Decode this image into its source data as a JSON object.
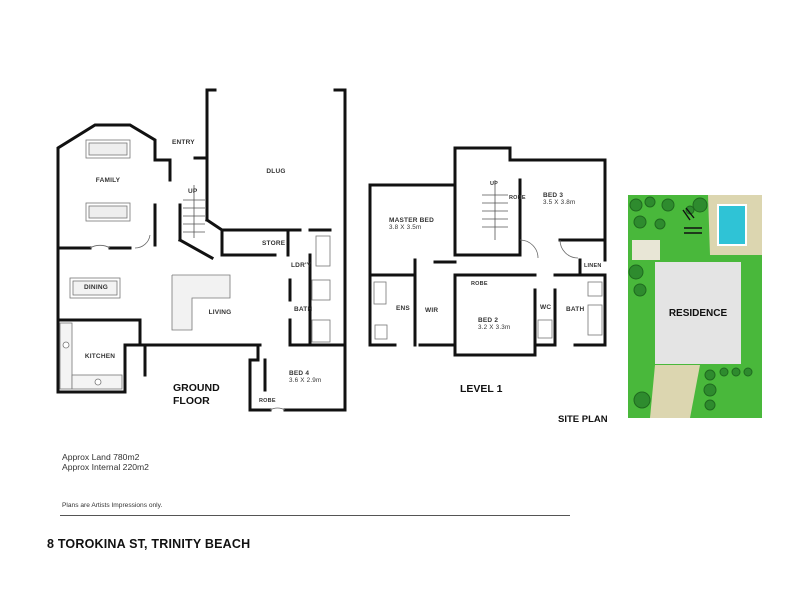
{
  "rooms": {
    "entry": "ENTRY",
    "family": "FAMILY",
    "dlug": "DLUG",
    "store": "STORE",
    "dining": "DINING",
    "living": "LIVING",
    "laundry": "LDR'Y",
    "bath_ground": "BATH",
    "kitchen": "KITCHEN",
    "bed4": "BED 4",
    "bed4_dim": "3.6 X 2.9m",
    "robe_ground": "ROBE",
    "up_ground": "UP",
    "master_bed": "MASTER BED",
    "master_bed_dim": "3.8 X 3.5m",
    "ens": "ENS",
    "wir": "WIR",
    "bed2": "BED 2",
    "bed2_dim": "3.2 X 3.3m",
    "robe_bed2": "ROBE",
    "wc": "WC",
    "bath_level1": "BATH",
    "bed3": "BED 3",
    "bed3_dim": "3.5 X 3.8m",
    "robe_bed3": "ROBE",
    "linen": "LINEN",
    "up_level1": "UP"
  },
  "headings": {
    "ground_line1": "GROUND",
    "ground_line2": "FLOOR",
    "level1": "LEVEL 1",
    "site_plan": "SITE PLAN",
    "residence": "RESIDENCE"
  },
  "notes": {
    "land": "Approx Land 780m2",
    "internal": "Approx Internal 220m2",
    "disclaimer": "Plans are Artists Impressions only.",
    "address": "8 TOROKINA ST, TRINITY BEACH"
  },
  "colors": {
    "wall": "#111111",
    "lawn": "#49b83b",
    "path": "#dcd6b0",
    "pool": "#2fc3d6",
    "tree": "#2e8b2e",
    "residence": "#e4e4e4"
  }
}
